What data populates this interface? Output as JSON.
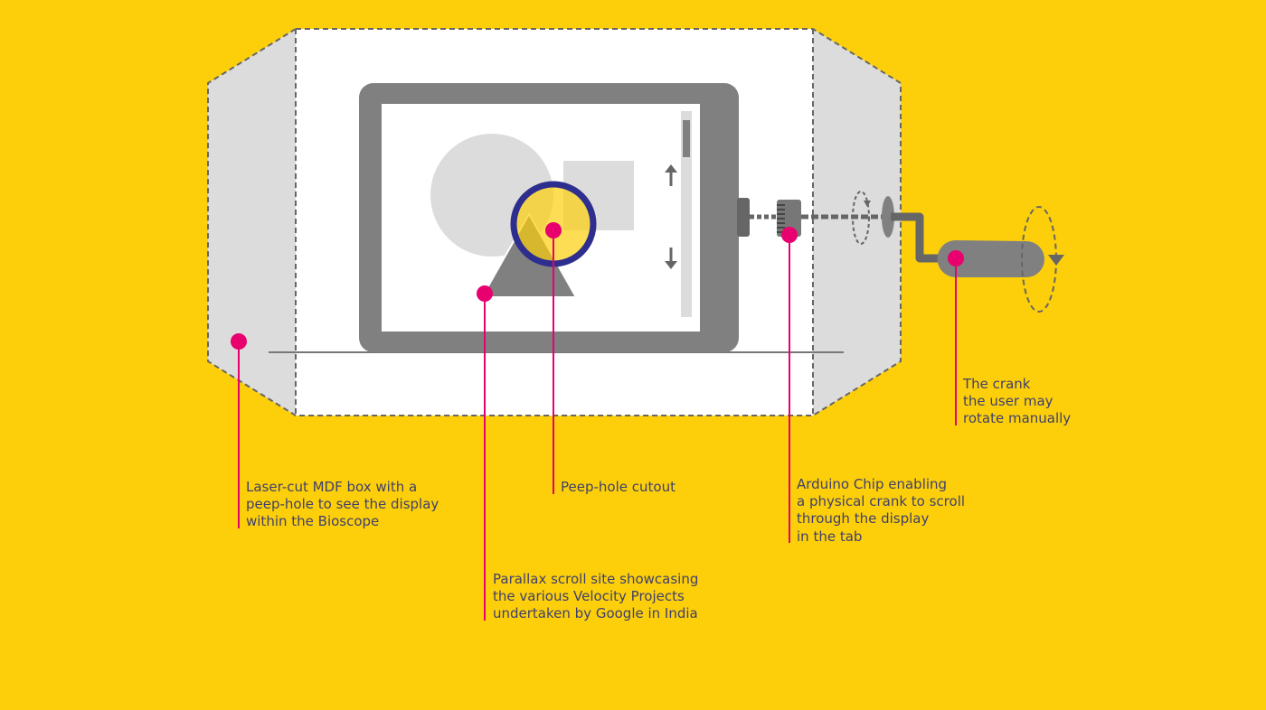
{
  "diagram": {
    "colors": {
      "background": "#FCCF0A",
      "box_face": "#FFFFFF",
      "box_side": "#DCDCDC",
      "device": "#808080",
      "callout": "#E8006F",
      "lens_ring": "#2E2E8F",
      "text": "#3F3F6E"
    },
    "callouts": [
      {
        "id": "box",
        "lines": [
          "Laser-cut MDF box with a",
          "peep-hole to see the display",
          "within the Bioscope"
        ]
      },
      {
        "id": "parallax",
        "lines": [
          "Parallax scroll site showcasing",
          "the various Velocity Projects",
          "undertaken by Google in India"
        ]
      },
      {
        "id": "peephole",
        "lines": [
          "Peep-hole cutout"
        ]
      },
      {
        "id": "arduino",
        "lines": [
          "Arduino Chip enabling",
          "a physical crank to scroll",
          "through the display",
          "in the tab"
        ]
      },
      {
        "id": "crank",
        "lines": [
          "The crank",
          "the user may",
          "rotate manually"
        ]
      }
    ]
  }
}
